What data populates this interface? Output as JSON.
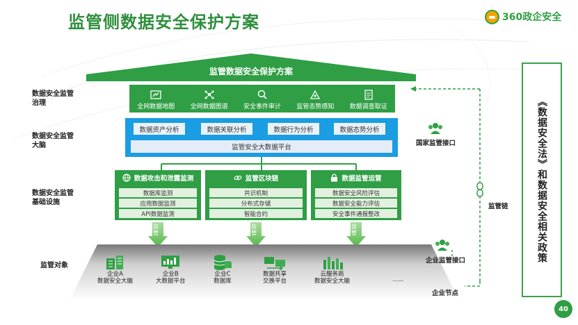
{
  "title": "监管侧数据安全保护方案",
  "logo": {
    "text": "360政企安全",
    "icon": "360-logo-icon",
    "brand_color": "#2f9e44"
  },
  "side_labels": {
    "governance": [
      "数据安全监管",
      "治理"
    ],
    "brain": [
      "数据安全监管",
      "大脑"
    ],
    "infrastructure": [
      "数据安全监管",
      "基础设施"
    ],
    "target": "监管对象"
  },
  "roof": {
    "text": "监管数据安全保护方案"
  },
  "governance_items": [
    {
      "label": "全网数据地图",
      "icon": "data-map-icon"
    },
    {
      "label": "全网数据图谱",
      "icon": "data-graph-icon"
    },
    {
      "label": "安全事件审计",
      "icon": "audit-search-icon"
    },
    {
      "label": "监管态势感知",
      "icon": "situation-awareness-icon"
    },
    {
      "label": "数据调查取证",
      "icon": "forensics-doc-icon"
    }
  ],
  "brain": {
    "analysis": [
      "数据资产分析",
      "数据关联分析",
      "数据行为分析",
      "数据态势分析"
    ],
    "platform": "监管安全大数据平台"
  },
  "columns": [
    {
      "title": "数据攻击和泄露监测",
      "icon": "globe-icon",
      "items": [
        "数据库监测",
        "应用数据监测",
        "API数据监测"
      ]
    },
    {
      "title": "监管区块链",
      "icon": "chain-link-icon",
      "items": [
        "共识机制",
        "分布式存储",
        "智能合约"
      ]
    },
    {
      "title": "数据监管运营",
      "icon": "lock-icon",
      "items": [
        "数据安全风险评估",
        "数据安全能力评估",
        "安全事件通报整改"
      ]
    }
  ],
  "arrow_label": "监管",
  "targets": [
    {
      "lines": [
        "企业A",
        "数据安全大脑"
      ],
      "icon": "server-building-icon"
    },
    {
      "lines": [
        "企业B",
        "大数据平台"
      ],
      "icon": "monitor-chart-icon"
    },
    {
      "lines": [
        "企业C",
        "数据库"
      ],
      "icon": "database-icon"
    },
    {
      "lines": [
        "数据共享",
        "交换平台"
      ],
      "icon": "exchange-icon"
    },
    {
      "lines": [
        "云服务商",
        "数据安全大脑"
      ],
      "icon": "cloud-building-icon"
    },
    {
      "lines": [
        "......",
        ""
      ],
      "icon": ""
    }
  ],
  "right_nodes": {
    "national": "国家监管接口",
    "chain": "监管链",
    "enterprise": "企业监管接口",
    "node": "企业节点"
  },
  "law_text": "《数据安全法》和数据安全相关政策",
  "page_number": "40",
  "colors": {
    "green": "#2f9e44",
    "blue": "#1a9de2",
    "light_green": "#e2f0df",
    "light_blue": "#e9f2fb"
  }
}
